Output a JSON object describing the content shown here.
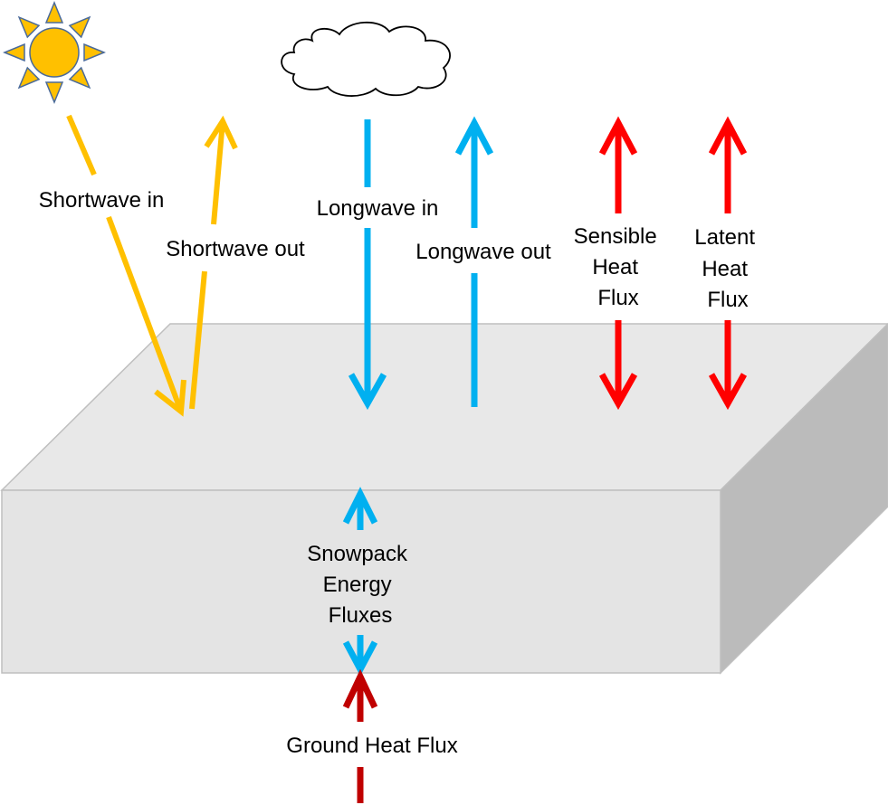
{
  "labels": {
    "shortwave_in": "Shortwave in",
    "shortwave_out": "Shortwave out",
    "longwave_in": "Longwave in",
    "longwave_out": "Longwave out",
    "sensible": [
      "Sensible",
      "Heat",
      "Flux"
    ],
    "latent": [
      "Latent",
      "Heat",
      "Flux"
    ],
    "snowpack": [
      "Snowpack",
      "Energy",
      "Fluxes"
    ],
    "ground": "Ground Heat Flux"
  },
  "icons": {
    "sun": "sun-icon",
    "cloud": "cloud-icon"
  },
  "colors": {
    "shortwave": "#FFC000",
    "longwave": "#00B0F0",
    "turbulent": "#FF0000",
    "ground": "#C00000",
    "sun_fill": "#FFC000",
    "sun_stroke": "#4A6A9A",
    "block_top": "#E8E8E8",
    "block_front": "#E4E4E4",
    "block_side": "#BBBBBB"
  }
}
